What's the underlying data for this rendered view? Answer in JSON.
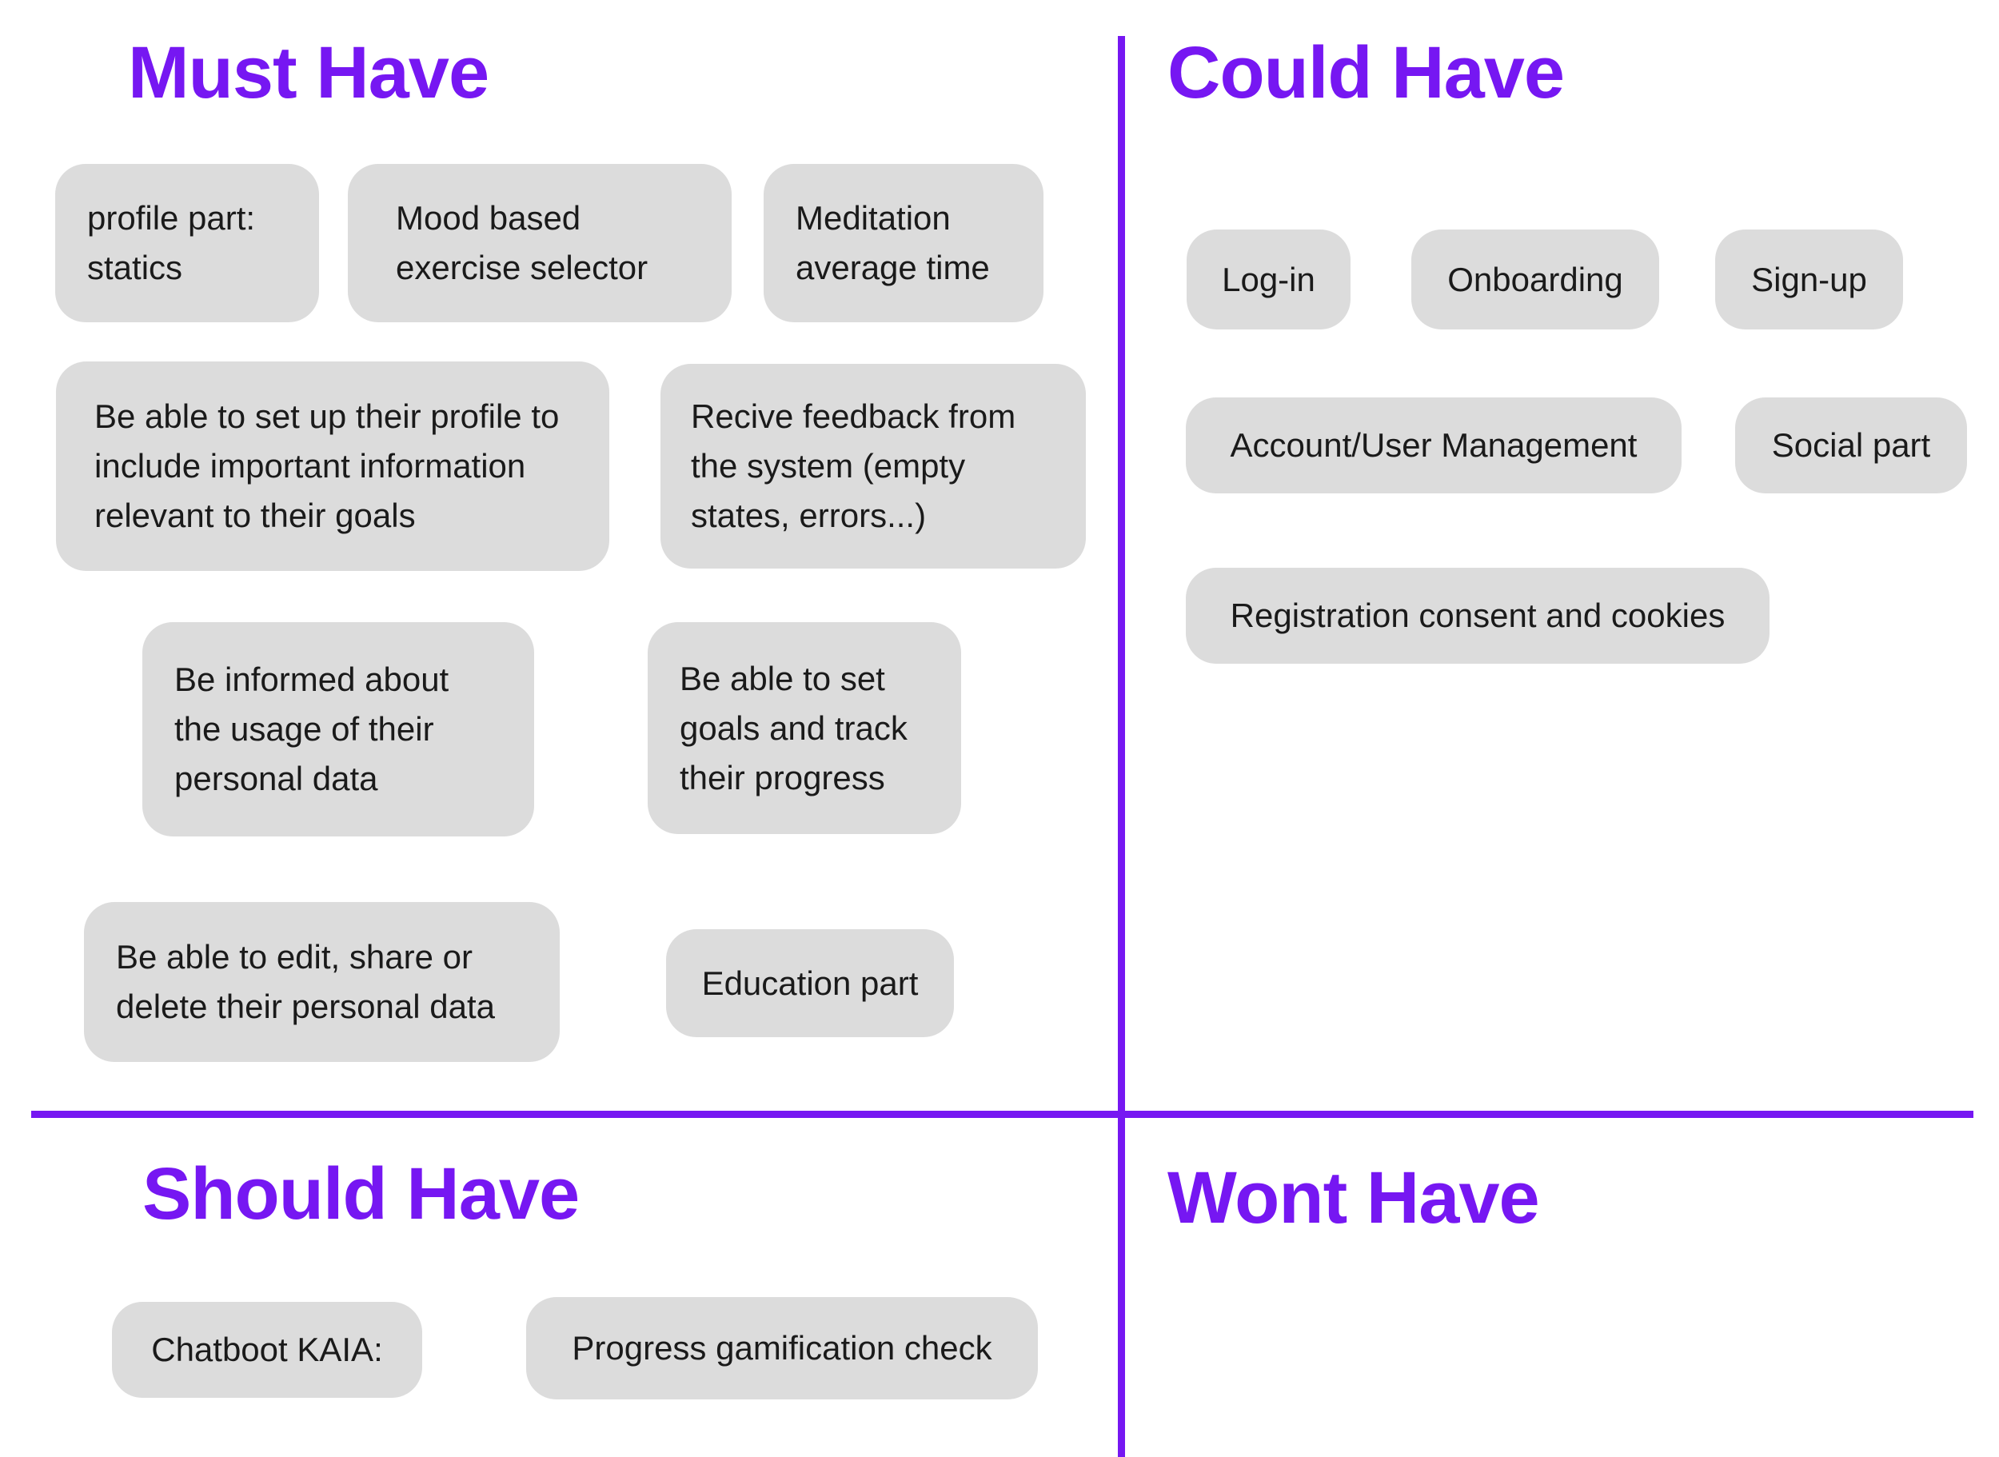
{
  "board": {
    "accent_color": "#7617F2",
    "note_color": "#DCDCDC",
    "text_color": "#1A1A1A"
  },
  "quadrants": {
    "must": {
      "title": "Must Have",
      "notes": [
        {
          "label": "profile part: statics"
        },
        {
          "label": "Mood based exercise selector"
        },
        {
          "label": "Meditation average time"
        },
        {
          "label": "Be able to set up their profile to include important information relevant to their goals"
        },
        {
          "label": "Recive feedback from the system (empty states, errors...)"
        },
        {
          "label": "Be informed about the usage of their personal data"
        },
        {
          "label": "Be able to set goals and track their progress"
        },
        {
          "label": "Be able to edit, share or delete their personal data"
        },
        {
          "label": "Education part"
        }
      ]
    },
    "could": {
      "title": "Could Have",
      "notes": [
        {
          "label": "Log-in"
        },
        {
          "label": "Onboarding"
        },
        {
          "label": "Sign-up"
        },
        {
          "label": "Account/User Management"
        },
        {
          "label": "Social part"
        },
        {
          "label": "Registration consent and cookies"
        }
      ]
    },
    "should": {
      "title": "Should Have",
      "notes": [
        {
          "label": "Chatboot KAIA:"
        },
        {
          "label": "Progress gamification check"
        }
      ]
    },
    "wont": {
      "title": "Wont Have",
      "notes": []
    }
  }
}
